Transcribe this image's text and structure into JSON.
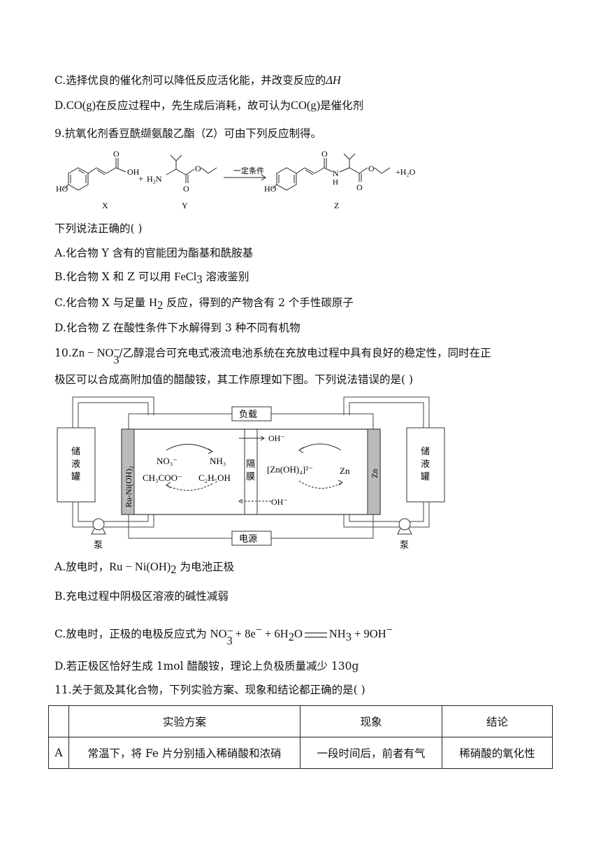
{
  "q8": {
    "optC": "C.选择优良的催化剂可以降低反应活化能，并改变反应的",
    "optC_delta": "ΔH",
    "optD_a": "D.",
    "optD_co1": "CO(g)",
    "optD_b": "在反应过程中，先生成后消耗，故可认为",
    "optD_co2": "CO(g)",
    "optD_c": "是催化剂"
  },
  "q9": {
    "stem": "9.抗氧化剂香豆酰缬氨酸乙酯（Z）可由下列反应制得。",
    "scheme": {
      "ho1": "HO",
      "oh": "OH",
      "o1": "O",
      "plus1": "+",
      "h2n": "H₂N",
      "o2": "O",
      "o3": "O",
      "condition": "一定条件",
      "ho2": "HO",
      "o4": "O",
      "nh": "N",
      "nh_h": "H",
      "o5": "O",
      "o6": "O",
      "plus_h2o": "+H₂O",
      "labelX": "X",
      "labelY": "Y",
      "labelZ": "Z"
    },
    "question": "下列说法正确的(   )",
    "optA": "A.化合物 Y 含有的官能团为酯基和酰胺基",
    "optB_a": "B.化合物 X 和 Z 可以用 ",
    "optB_f": "FeCl",
    "optB_sub": "3",
    "optB_b": " 溶液鉴别",
    "optC_a": "C.化合物 X 与足量 ",
    "optC_h": "H",
    "optC_sub": "2",
    "optC_b": " 反应，得到的产物含有 2 个手性碳原子",
    "optD": "D.化合物 Z 在酸性条件下水解得到 3 种不同有机物"
  },
  "q10": {
    "num": "10.",
    "zn": "Zn",
    "dash": " − ",
    "no": "NO",
    "sub3": "3",
    "supm": "−",
    "line1_rest": "/乙醇混合可充电式液流电池系统在充放电过程中具有良好的稳定性，同时在正",
    "line2": "极区可以合成高附加值的醋酸铵，其工作原理如下图。下列说法错误的是(   )",
    "diagram": {
      "load": "负载",
      "power": "电源",
      "tank_left": [
        "储",
        "液",
        "罐"
      ],
      "tank_right": [
        "储",
        "液",
        "罐"
      ],
      "pump_left": "泵",
      "pump_right": "泵",
      "electrode_left": "Ru-Ni(OH)₂",
      "electrode_right": "Zn",
      "membrane": [
        "隔",
        "膜"
      ],
      "no3": "NO₃⁻",
      "nh3": "NH₃",
      "ch3coo": "CH₃COO⁻",
      "c2h5oh": "C₂H₅OH",
      "oh_top": "OH⁻",
      "oh_bottom": "OH⁻",
      "zincate": "[Zn(OH)₄]²⁻",
      "zn_right": "Zn"
    },
    "optA_a": "A.放电时，",
    "optA_m": "Ru − Ni(OH)",
    "optA_sub": "2",
    "optA_b": " 为电池正极",
    "optB": "B.充电过程中阴极区溶液的碱性减弱",
    "optC_a": "C.放电时，正极的电极反应式为 ",
    "optC_lhs": "NO",
    "optC_lhs2": " + 8e",
    "optC_lhs3": " + 6H",
    "optC_lhs4": "O",
    "optC_rhs": "NH",
    "optC_rhs2": " + 9OH",
    "optD": "D.若正极区恰好生成 1mol 醋酸铵，理论上负极质量减少 130g"
  },
  "q11": {
    "stem": "11.关于氮及其化合物，下列实验方案、现象和结论都正确的是(   )",
    "headers": [
      "",
      "实验方案",
      "现象",
      "结论"
    ],
    "rows": [
      [
        "A",
        "常温下，将 Fe 片分别插入稀硝酸和浓硝",
        "一段时间后，前者有气",
        "稀硝酸的氧化性"
      ]
    ]
  }
}
